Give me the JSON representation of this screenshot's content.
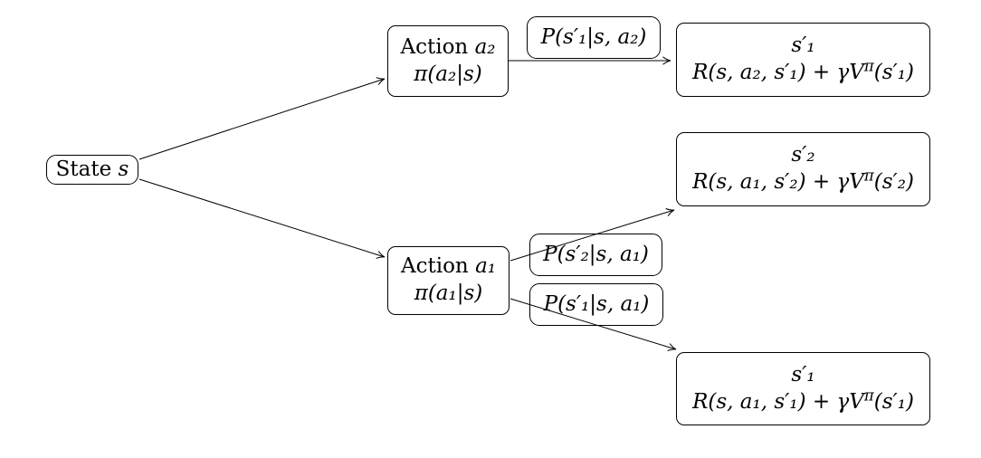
{
  "d": {
    "root": {
      "word": "State ",
      "var": "s"
    },
    "action_a2": {
      "word": "Action ",
      "var": "a₂",
      "policy": "π(a₂|s)"
    },
    "action_a1": {
      "word": "Action ",
      "var": "a₁",
      "policy": "π(a₁|s)"
    },
    "prob_s1_a2": "P(s′₁|s, a₂)",
    "prob_s2_a1": "P(s′₂|s, a₁)",
    "prob_s1_a1": "P(s′₁|s, a₁)",
    "outcomes": [
      {
        "state": "s′₁",
        "reward_pre": "R(s, a₂, s′₁) + γV",
        "reward_sup": "π",
        "reward_post": "(s′₁)"
      },
      {
        "state": "s′₂",
        "reward_pre": "R(s, a₁, s′₂) + γV",
        "reward_sup": "π",
        "reward_post": "(s′₂)"
      },
      {
        "state": "s′₁",
        "reward_pre": "R(s, a₁, s′₁) + γV",
        "reward_sup": "π",
        "reward_post": "(s′₁)"
      }
    ]
  }
}
